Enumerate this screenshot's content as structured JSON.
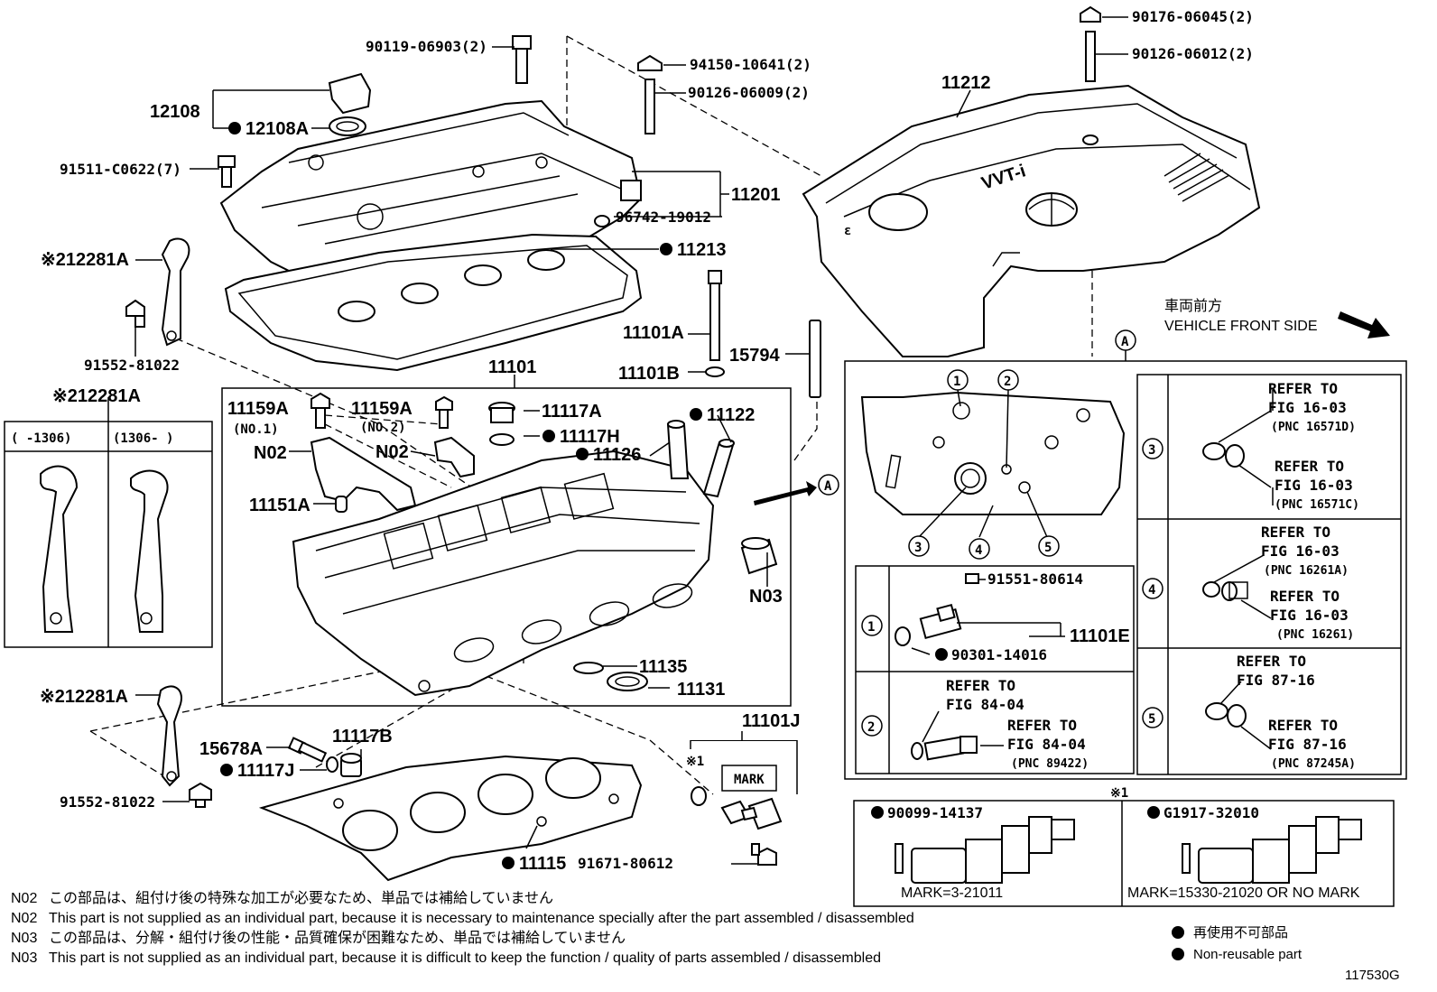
{
  "labels": {
    "p90119": "90119-06903(2)",
    "p12108": "12108",
    "p12108A": "12108A",
    "p91511": "91511-C0622(7)",
    "p94150": "94150-10641(2)",
    "p90126a": "90126-06009(2)",
    "p90176": "90176-06045(2)",
    "p90126b": "90126-06012(2)",
    "p11212": "11212",
    "p11201": "11201",
    "p96742": "96742-19012",
    "p11213": "11213",
    "p12281A_top": "※212281A",
    "p91552_top": "91552-81022",
    "p12281A_box": "※212281A",
    "box_left_col1": "(      -1306)",
    "box_left_col2": "(1306-      )",
    "p11101A": "11101A",
    "p15794": "15794",
    "p11101B": "11101B",
    "p11101": "11101",
    "p11159A_1": "11159A",
    "p11159A_1_sub": "(NO.1)",
    "p11159A_2": "11159A",
    "p11159A_2_sub": "(NO.2)",
    "p11117A": "11117A",
    "p11117H": "11117H",
    "p11122": "11122",
    "p11126": "11126",
    "n02_a": "N02",
    "n02_b": "N02",
    "p11151A": "11151A",
    "n03": "N03",
    "p11135": "11135",
    "p11131": "11131",
    "callout_A": "A",
    "p12281A_bottom": "※212281A",
    "p15678A": "15678A",
    "p11117B": "11117B",
    "p11117J": "11117J",
    "p91552_bottom": "91552-81022",
    "p11115": "11115",
    "p11101J": "11101J",
    "star1": "※1",
    "mark": "MARK",
    "p91671": "91671-80612",
    "front_jp": "車両前方",
    "front_en": "VEHICLE FRONT SIDE",
    "detail_A": "A",
    "c1": "1",
    "c2": "2",
    "c3": "3",
    "c4": "4",
    "c5": "5",
    "p91551": "91551-80614",
    "p11101E": "11101E",
    "p90301": "90301-14016",
    "ref2_a": "REFER TO",
    "ref2_b": "FIG 84-04",
    "ref2_c": "REFER TO",
    "ref2_d": "FIG 84-04",
    "ref2_pnc": "(PNC 89422)",
    "ref3_a": "REFER TO",
    "ref3_b": "FIG 16-03",
    "ref3_pnc1": "(PNC 16571D)",
    "ref3_c": "REFER TO",
    "ref3_d": "FIG 16-03",
    "ref3_pnc2": "(PNC 16571C)",
    "ref4_a": "REFER TO",
    "ref4_b": "FIG 16-03",
    "ref4_pnc1": "(PNC 16261A)",
    "ref4_c": "REFER TO",
    "ref4_d": "FIG 16-03",
    "ref4_pnc2": "(PNC 16261)",
    "ref5_a": "REFER TO",
    "ref5_b": "FIG 87-16",
    "ref5_c": "REFER TO",
    "ref5_d": "FIG 87-16",
    "ref5_pnc": "(PNC 87245A)",
    "star1_box": "※1",
    "p90099": "90099-14137",
    "pG1917": "G1917-32010",
    "mark_left": "MARK=3-21011",
    "mark_right": "MARK=15330-21020 OR NO MARK",
    "vvti": "VVT-i"
  },
  "notes": [
    {
      "code": "N02",
      "text": "この部品は、組付け後の特殊な加工が必要なため、単品では補給していません"
    },
    {
      "code": "N02",
      "text": "This part is not supplied as an individual part, because it is necessary to maintenance specially after the part assembled / disassembled"
    },
    {
      "code": "N03",
      "text": "この部品は、分解・組付け後の性能・品質確保が困難なため、単品では補給していません"
    },
    {
      "code": "N03",
      "text": "This part is not supplied as an individual part, because it is difficult to keep the function / quality of parts  assembled / disassembled"
    }
  ],
  "legend": {
    "jp": "再使用不可部品",
    "en": "Non-reusable part"
  },
  "figure_number": "117530G"
}
